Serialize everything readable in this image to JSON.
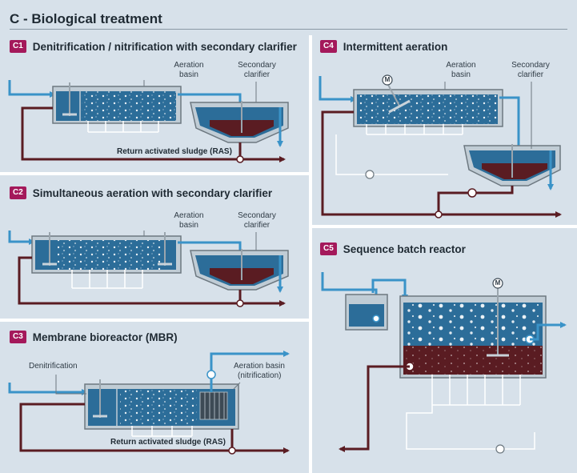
{
  "title": "C - Biological treatment",
  "panels": {
    "c1": {
      "code": "C1",
      "title": "Denitrification / nitrification with secondary clarifier",
      "aeration_basin": "Aeration basin",
      "secondary_clarifier": "Secondary clarifier",
      "ras": "Return activated sludge (RAS)"
    },
    "c2": {
      "code": "C2",
      "title": "Simultaneous aeration with secondary clarifier",
      "aeration_basin": "Aeration basin",
      "secondary_clarifier": "Secondary clarifier"
    },
    "c3": {
      "code": "C3",
      "title": "Membrane bioreactor (MBR)",
      "denitrification": "Denitrification",
      "aeration_basin": "Aeration basin",
      "nitrification": "(nitrification)",
      "ras": "Return activated sludge (RAS)"
    },
    "c4": {
      "code": "C4",
      "title": "Intermittent aeration",
      "aeration_basin": "Aeration basin",
      "secondary_clarifier": "Secondary clarifier",
      "motor": "M"
    },
    "c5": {
      "code": "C5",
      "title": "Sequence batch reactor",
      "motor": "M"
    }
  },
  "colors": {
    "background": "#d7e1ea",
    "water": "#2c6d99",
    "sludge": "#5a1c22",
    "influent_pipe": "#3a93c8",
    "return_pipe": "#5a1c22",
    "badge": "#a4195b"
  }
}
